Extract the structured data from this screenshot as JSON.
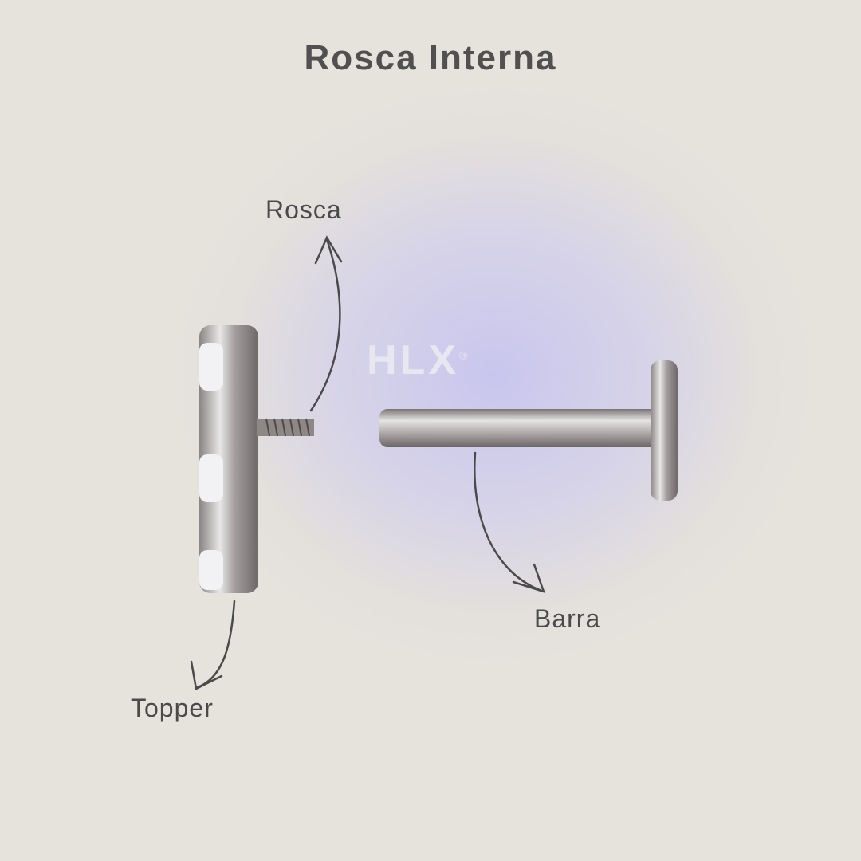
{
  "title": "Rosca Interna",
  "labels": {
    "rosca": "Rosca",
    "barra": "Barra",
    "topper": "Topper"
  },
  "watermark": {
    "brand": "HLX",
    "mark": "®"
  }
}
